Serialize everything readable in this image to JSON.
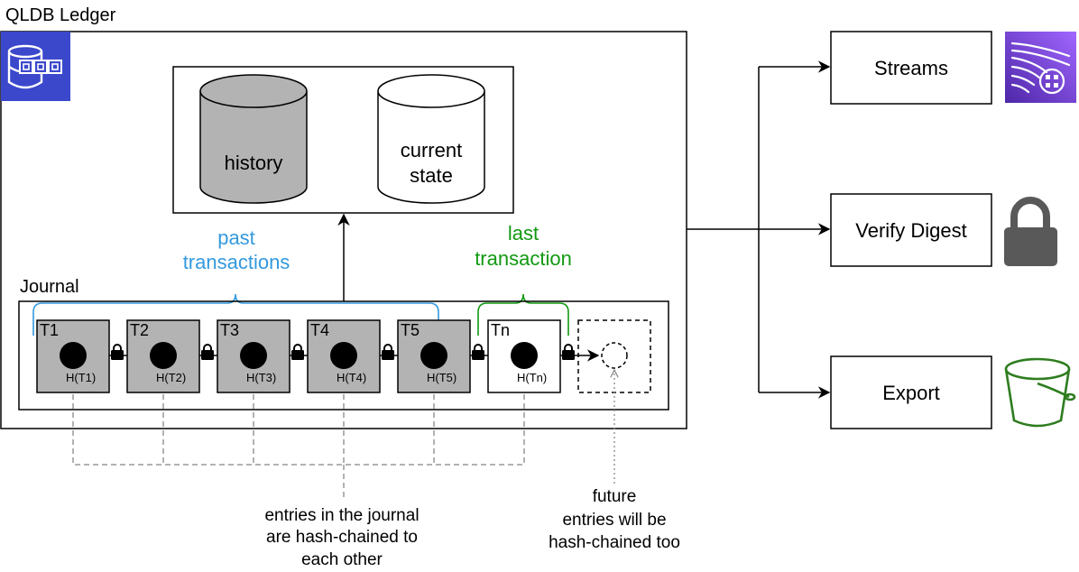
{
  "ledger": {
    "title": "QLDB Ledger"
  },
  "storage": {
    "history_label": "history",
    "current_line1": "current",
    "current_line2": "state"
  },
  "journal": {
    "title": "Journal",
    "past_line1": "past",
    "past_line2": "transactions",
    "last_line1": "last",
    "last_line2": "transaction",
    "entries": [
      {
        "name": "T1",
        "hash": "H(T1)",
        "filled": true
      },
      {
        "name": "T2",
        "hash": "H(T2)",
        "filled": true
      },
      {
        "name": "T3",
        "hash": "H(T3)",
        "filled": true
      },
      {
        "name": "T4",
        "hash": "H(T4)",
        "filled": true
      },
      {
        "name": "T5",
        "hash": "H(T5)",
        "filled": true
      },
      {
        "name": "Tn",
        "hash": "H(Tn)",
        "filled": false
      }
    ]
  },
  "notes": {
    "chain": [
      "entries in the journal",
      "are hash-chained to",
      "each other"
    ],
    "future": [
      "future",
      "entries will be",
      "hash-chained too"
    ]
  },
  "outputs": [
    {
      "label": "Streams",
      "icon": "kinesis-streams-icon"
    },
    {
      "label": "Verify Digest",
      "icon": "lock-icon"
    },
    {
      "label": "Export",
      "icon": "s3-bucket-icon"
    }
  ],
  "colors": {
    "past": "#3399dd",
    "last": "#119911",
    "entry_fill": "#b3b3b3",
    "qldb_icon": "#3b48cc",
    "streams_icon": "#8a43d9",
    "bucket": "#2e7d1f",
    "lock": "#595959"
  }
}
